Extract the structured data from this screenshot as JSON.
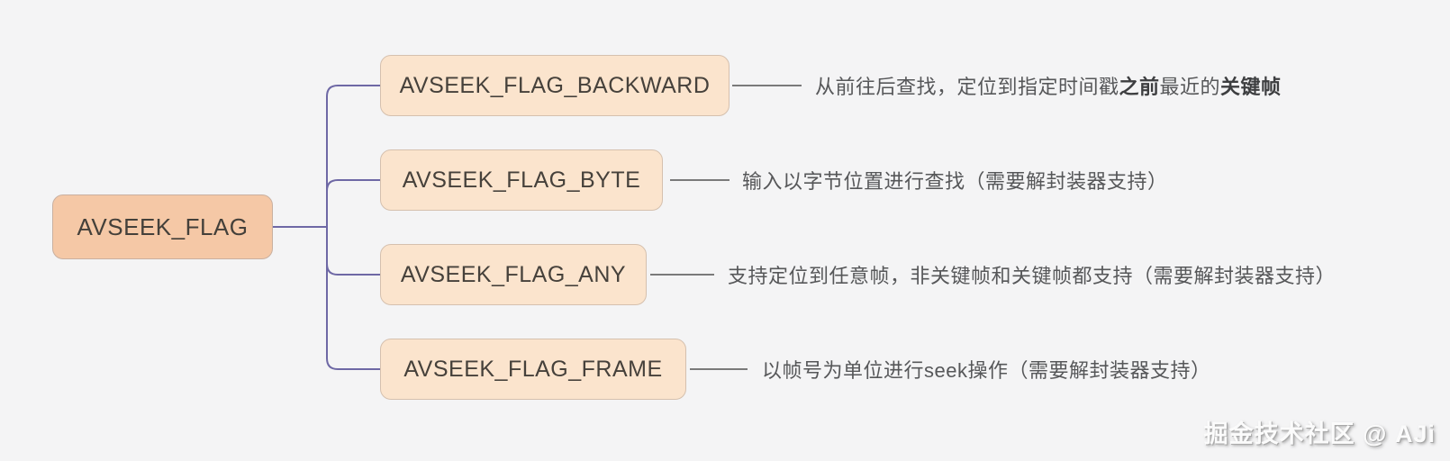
{
  "root": {
    "label": "AVSEEK_FLAG"
  },
  "children": [
    {
      "label": "AVSEEK_FLAG_BACKWARD",
      "desc": [
        {
          "text": "从前往后查找，定位到指定时间戳",
          "bold": false
        },
        {
          "text": "之前",
          "bold": true
        },
        {
          "text": "最近的",
          "bold": false
        },
        {
          "text": "关键帧",
          "bold": true
        }
      ]
    },
    {
      "label": "AVSEEK_FLAG_BYTE",
      "desc": [
        {
          "text": "输入以字节位置进行查找（需要解封装器支持）",
          "bold": false
        }
      ]
    },
    {
      "label": "AVSEEK_FLAG_ANY",
      "desc": [
        {
          "text": "支持定位到任意帧，非关键帧和关键帧都支持（需要解封装器支持）",
          "bold": false
        }
      ]
    },
    {
      "label": "AVSEEK_FLAG_FRAME",
      "desc": [
        {
          "text": "以帧号为单位进行seek操作（需要解封装器支持）",
          "bold": false
        }
      ]
    }
  ],
  "watermark": "掘金技术社区 @ AJi",
  "colors": {
    "background": "#f4f4f5",
    "root_fill": "#f5c8a6",
    "child_fill": "#fbe4cd",
    "branch_line": "#6e68a5",
    "desc_line": "#7a7a7a"
  }
}
